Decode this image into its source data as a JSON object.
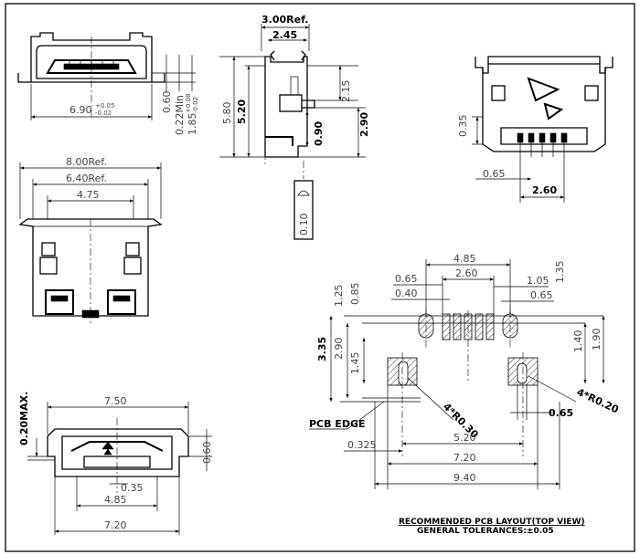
{
  "labels": {
    "top_ref_width": "3.00Ref.",
    "side_245": "2.45",
    "side_580": "5.80",
    "side_520": "5.20",
    "side_215": "2.15",
    "side_290": "2.90",
    "side_090": "0.90",
    "side_010": "0.10",
    "front_690": "6.90",
    "front_690_tol_plus": "+0.05",
    "front_690_tol_minus": "-0.02",
    "front_060": "0.60",
    "front_022min": "0.22Min",
    "front_185": "1.85",
    "front_185_tol_plus": "+0.08",
    "front_185_tol_minus": "-0.02",
    "iso_035": "0.35",
    "iso_065": "0.65",
    "iso_260": "2.60",
    "top_800": "8.00Ref.",
    "top_640": "6.40Ref.",
    "top_475": "4.75",
    "bot_020max": "0.20MAX.",
    "bot_750": "7.50",
    "bot_060": "0.60",
    "bot_035": "0.35",
    "bot_485": "4.85",
    "bot_720": "7.20",
    "pcb_485": "4.85",
    "pcb_065a": "0.65",
    "pcb_260": "2.60",
    "pcb_105": "1.05",
    "pcb_040": "0.40",
    "pcb_065b": "0.65",
    "pcb_125": "1.25",
    "pcb_085": "0.85",
    "pcb_135": "1.35",
    "pcb_335": "3.35",
    "pcb_290": "2.90",
    "pcb_145": "1.45",
    "pcb_140": "1.40",
    "pcb_190": "1.90",
    "pcb_r030": "4*R0.30",
    "pcb_r020": "4*R0.20",
    "pcb_065c": "0.65",
    "pcb_edge": "PCB EDGE",
    "pcb_0325": "0.325",
    "pcb_520": "5.20",
    "pcb_720": "7.20",
    "pcb_940": "9.40"
  },
  "notes": {
    "layout_title": "RECOMMENDED PCB LAYOUT(TOP VIEW)",
    "tolerance": "GENERAL TOLERANCES:±0.05"
  }
}
